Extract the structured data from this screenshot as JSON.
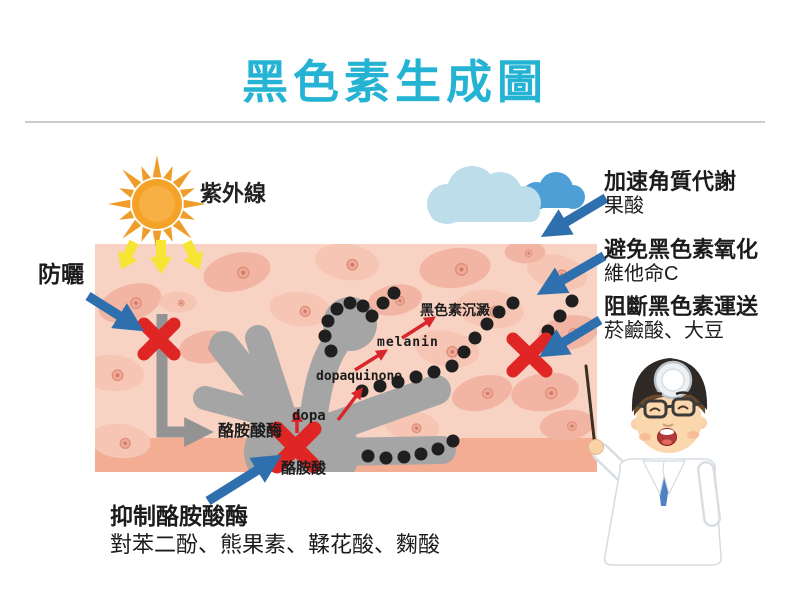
{
  "title": "黑色素生成圖",
  "labels": {
    "uv": "紫外線",
    "sunscreen": "防曬",
    "tyrosinase": "酪胺酸酶",
    "tyrosine": "酪胺酸",
    "dopa": "dopa",
    "dopaquinone": "dopaquinone",
    "melanin": "melanin",
    "melanin_deposit": "黑色素沉澱"
  },
  "annotations": {
    "right": [
      {
        "heading": "加速角質代謝",
        "detail": "果酸"
      },
      {
        "heading": "避免黑色素氧化",
        "detail": "維他命C"
      },
      {
        "heading": "阻斷黑色素運送",
        "detail": "菸鹼酸、大豆"
      }
    ],
    "bottom": {
      "heading": "抑制酪胺酸酶",
      "detail": "對苯二酚、熊果素、鞣花酸、麴酸"
    }
  },
  "colors": {
    "accent_title": "#25b3d4",
    "skin": "#f8d3c3",
    "skin_band": "#f2ad92",
    "cell": "#f2b5a3",
    "melanocyte_gray": "#a5a5a5",
    "block_red": "#e02525",
    "arrow_blue": "#2e6fad",
    "uv_yellow": "#f6e533",
    "sun_orange": "#f5a328",
    "cloud_light": "#bcdde9",
    "cloud_dark": "#4d9fd6",
    "process_red": "#d8262a"
  }
}
